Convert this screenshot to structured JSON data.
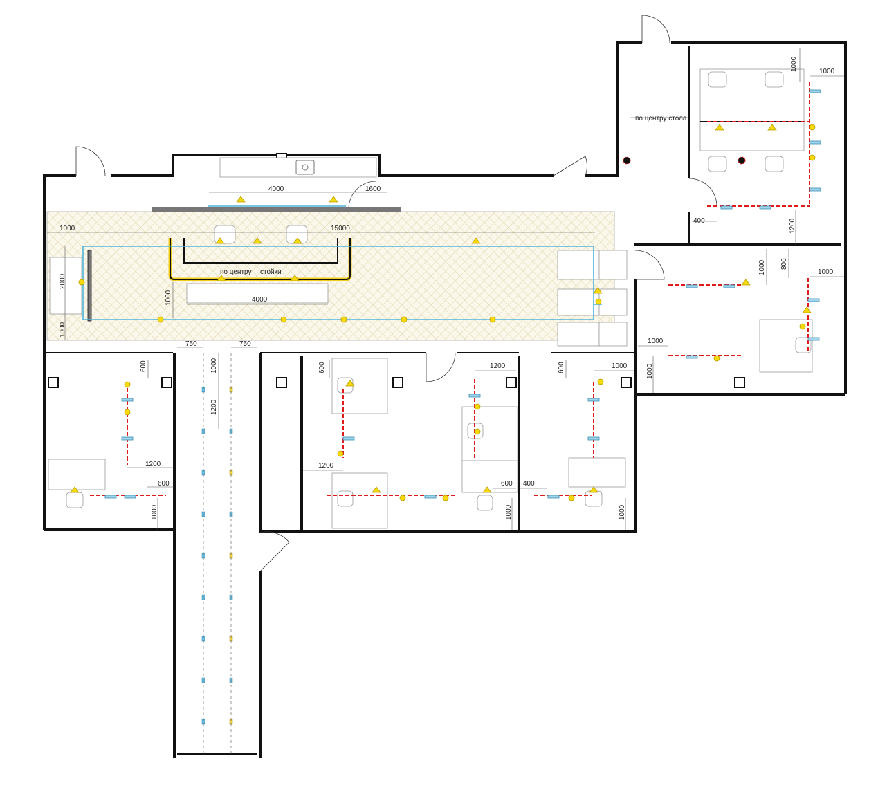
{
  "dimensions": {
    "kitchen_counter": "4000",
    "kitchen_door": "1600",
    "reception_left": "1000",
    "reception_length": "15000",
    "reception_height": "2000",
    "reception_side": "1000",
    "counter_length": "4000",
    "counter_offset": "1000",
    "lower_left": "1000",
    "corridor_left": "750",
    "corridor_right": "750",
    "corridor_v1": "1000",
    "corridor_v2": "1200",
    "office1_top": "600",
    "office1_mid": "1200",
    "office1_low": "600",
    "office1_bottom": "1000",
    "office2_top": "600",
    "office2_mid": "1200",
    "office3_top": "1200",
    "office3_low": "600",
    "office3_bottom": "1000",
    "office4_top": "600",
    "office4_right": "1000",
    "office4_low": "400",
    "office4_bottom": "1000",
    "top_room_v": "1000",
    "top_room_h": "1000",
    "top_room_side": "400",
    "top_room_low": "1200",
    "east_v1": "1000",
    "east_v2": "800",
    "east_right": "1000",
    "east_left": "1000",
    "east_bottom": "1000"
  },
  "notes": {
    "desk_center": "по центру стола",
    "stand_center_a": "по центру",
    "stand_center_b": "стойки"
  },
  "colors": {
    "wall": "#111111",
    "cable_blue": "#4fb3d9",
    "cable_red": "#e01b1b",
    "socket_yellow": "#f5d90a",
    "reception_floor": "#efe7c9"
  }
}
